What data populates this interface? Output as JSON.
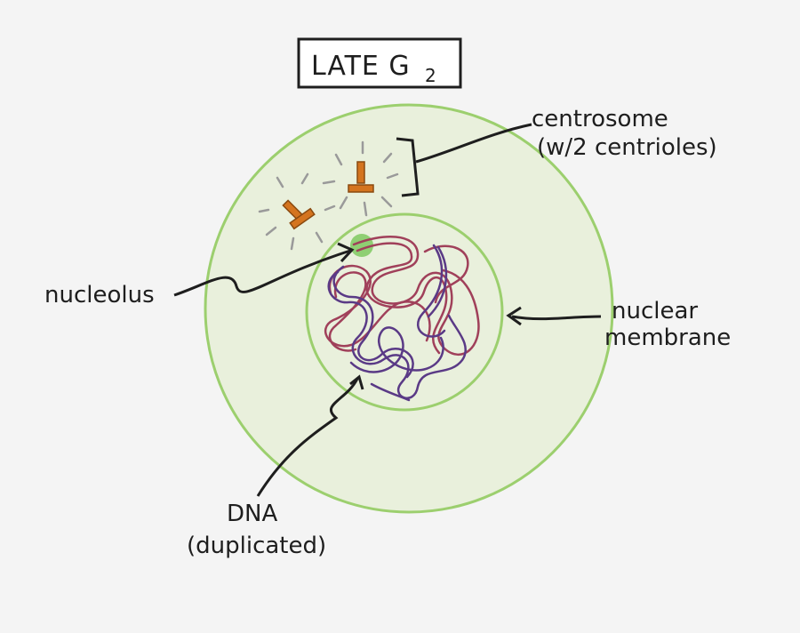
{
  "title": {
    "main": "LATE G",
    "subscript": "2"
  },
  "labels": {
    "centrosome_line1": "centrosome",
    "centrosome_line2": "(w/2 centrioles)",
    "nucleolus": "nucleolus",
    "nuclear_line1": "nuclear",
    "nuclear_line2": "membrane",
    "dna_line1": "DNA",
    "dna_line2": "(duplicated)"
  },
  "colors": {
    "background": "#f4f4f4",
    "cell_fill": "#e9f0dc",
    "cell_stroke": "#9ccf6e",
    "nucleolus": "#8fcf73",
    "dna_red": "#a0405a",
    "dna_purple": "#5a3a86",
    "centriole": "#d4741f",
    "microtubule": "#9a9a9a",
    "ink": "#1e1e1e"
  }
}
